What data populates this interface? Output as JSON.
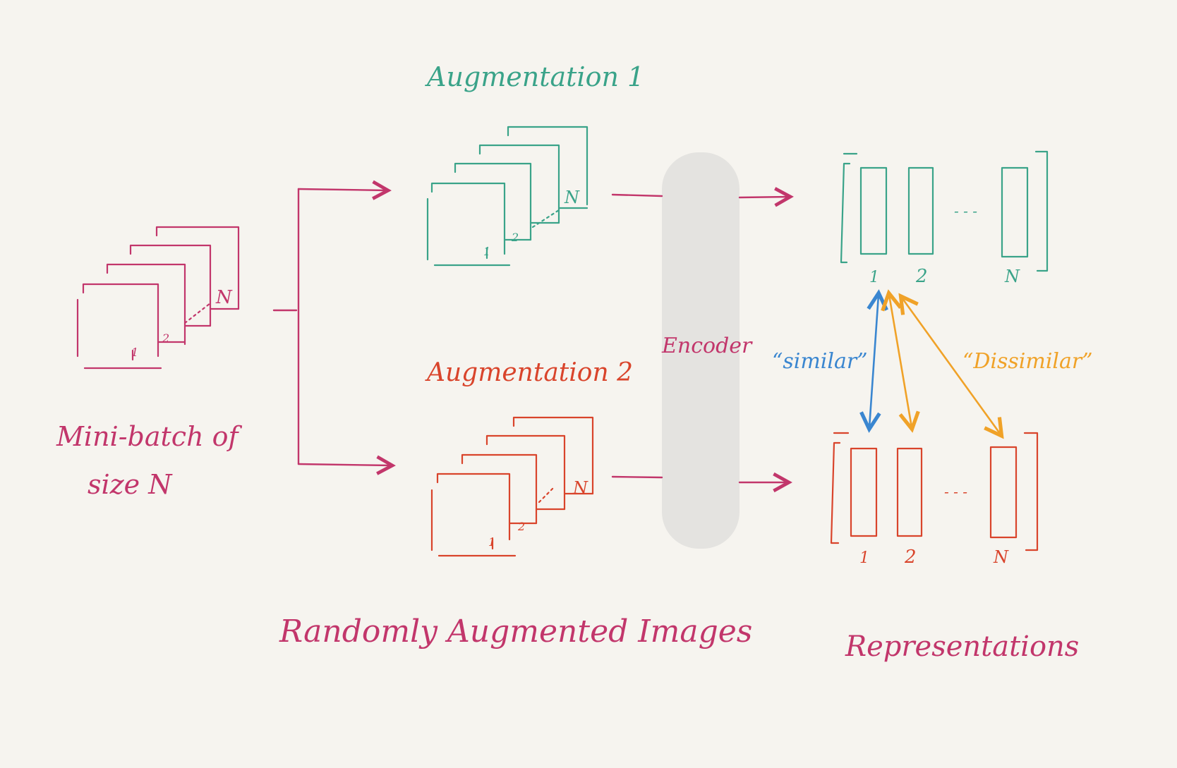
{
  "colors": {
    "background": "#f6f4ef",
    "magenta": "#c2366b",
    "teal": "#3aa389",
    "red_orange": "#d9442b",
    "blue": "#3a86d0",
    "orange": "#f0a228",
    "encoder_fill": "#e4e3e0"
  },
  "labels": {
    "mini_batch_line1": "Mini-batch of",
    "mini_batch_line2": "size N",
    "aug1": "Augmentation 1",
    "aug2": "Augmentation 2",
    "encoder": "Encoder",
    "similar": "“similar”",
    "dissimilar": "“Dissimilar”",
    "randomly_augmented": "Randomly Augmented Images",
    "representations": "Representations"
  },
  "stack_labels": {
    "first": "1",
    "second": "2",
    "last": "N"
  },
  "rep_labels": {
    "first": "1",
    "second": "2",
    "ellipsis": "- - -",
    "last": "N"
  }
}
